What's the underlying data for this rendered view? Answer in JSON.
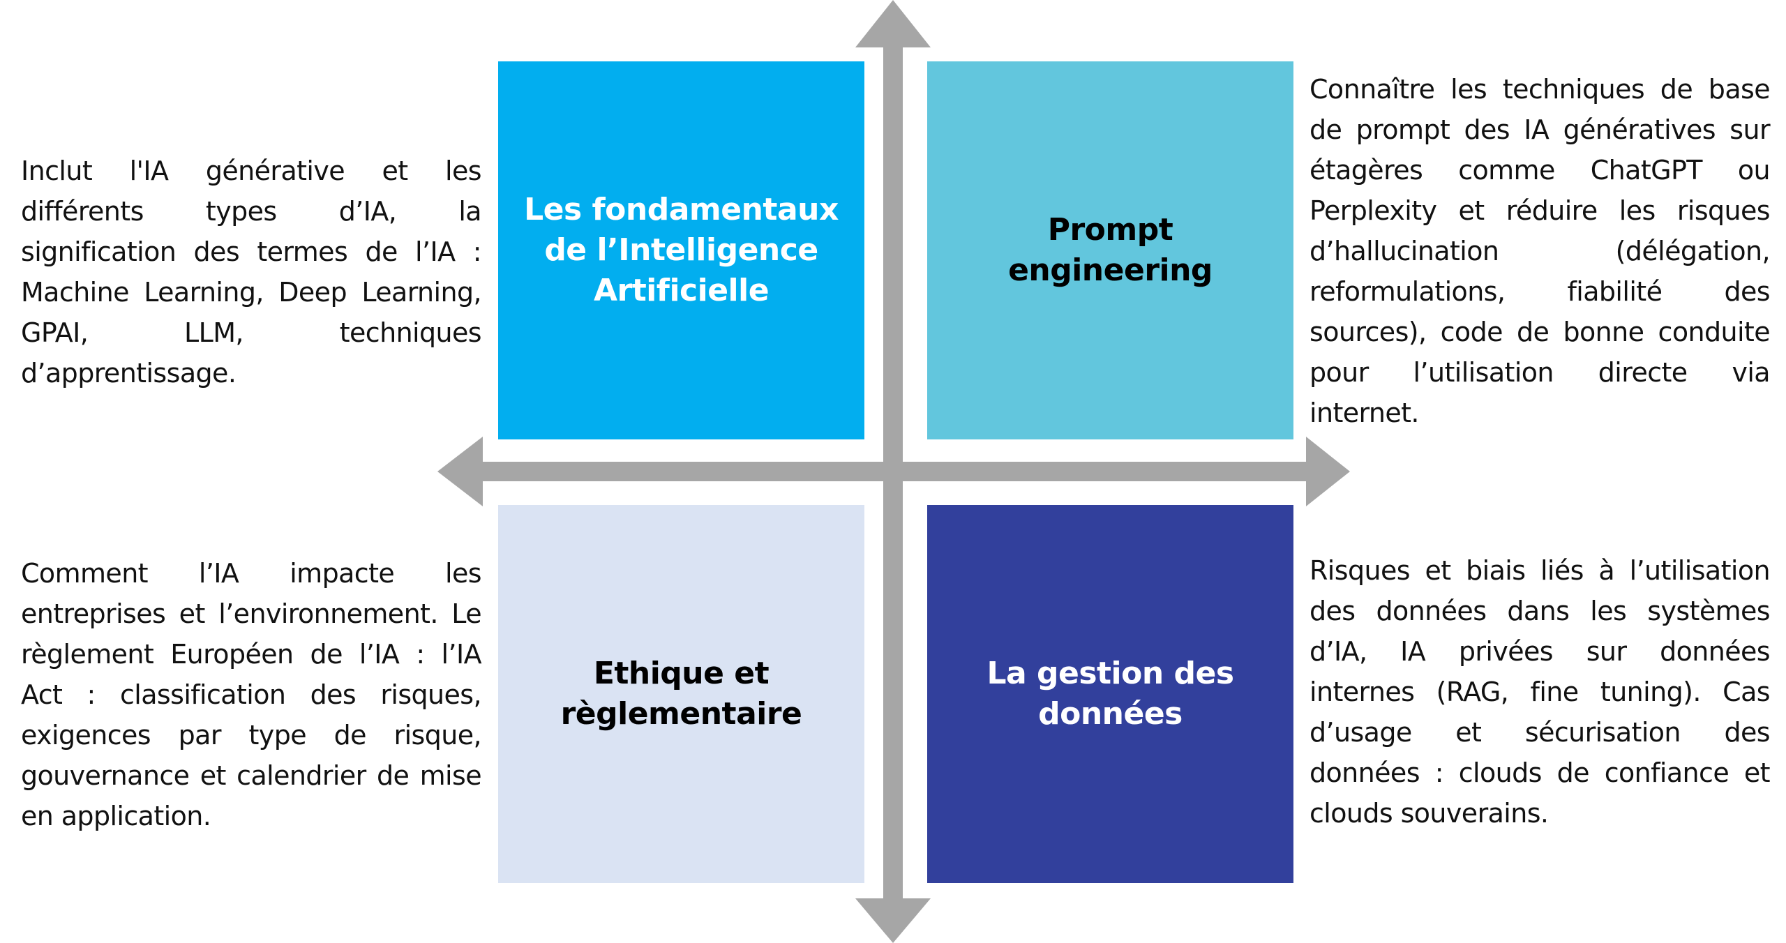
{
  "colors": {
    "axis": "#a6a6a6",
    "fundamentals": "#02aeef",
    "prompt": "#62c6dd",
    "ethics": "#dae3f3",
    "data": "#32409c"
  },
  "quadrants": {
    "top_left": {
      "title": "Les fondamentaux de l’Intelligence Artificielle",
      "description": "Inclut l'IA générative et les différents types d’IA, la signification des termes de l’IA : Machine Learning, Deep Learning, GPAI, LLM, techniques d’apprentissage."
    },
    "top_right": {
      "title": "Prompt engineering",
      "description": "Connaître les techniques de base de prompt des IA génératives sur étagères comme ChatGPT ou Perplexity et réduire les risques d’hallucination (délégation, reformulations, fiabilité des sources), code de bonne conduite pour l’utilisation directe via internet."
    },
    "bottom_left": {
      "title": "Ethique et règlementaire",
      "description": "Comment l’IA impacte les entreprises et l’environnement. Le règlement Européen de l’IA : l’IA Act : classification des risques, exigences par type de risque, gouvernance et calendrier de mise en application."
    },
    "bottom_right": {
      "title": "La gestion des données",
      "description": "Risques et biais liés à l’utilisation des données dans les systèmes d’IA, IA privées sur données internes (RAG, fine tuning). Cas d’usage et sécurisation des données : clouds de confiance et clouds souverains."
    }
  }
}
